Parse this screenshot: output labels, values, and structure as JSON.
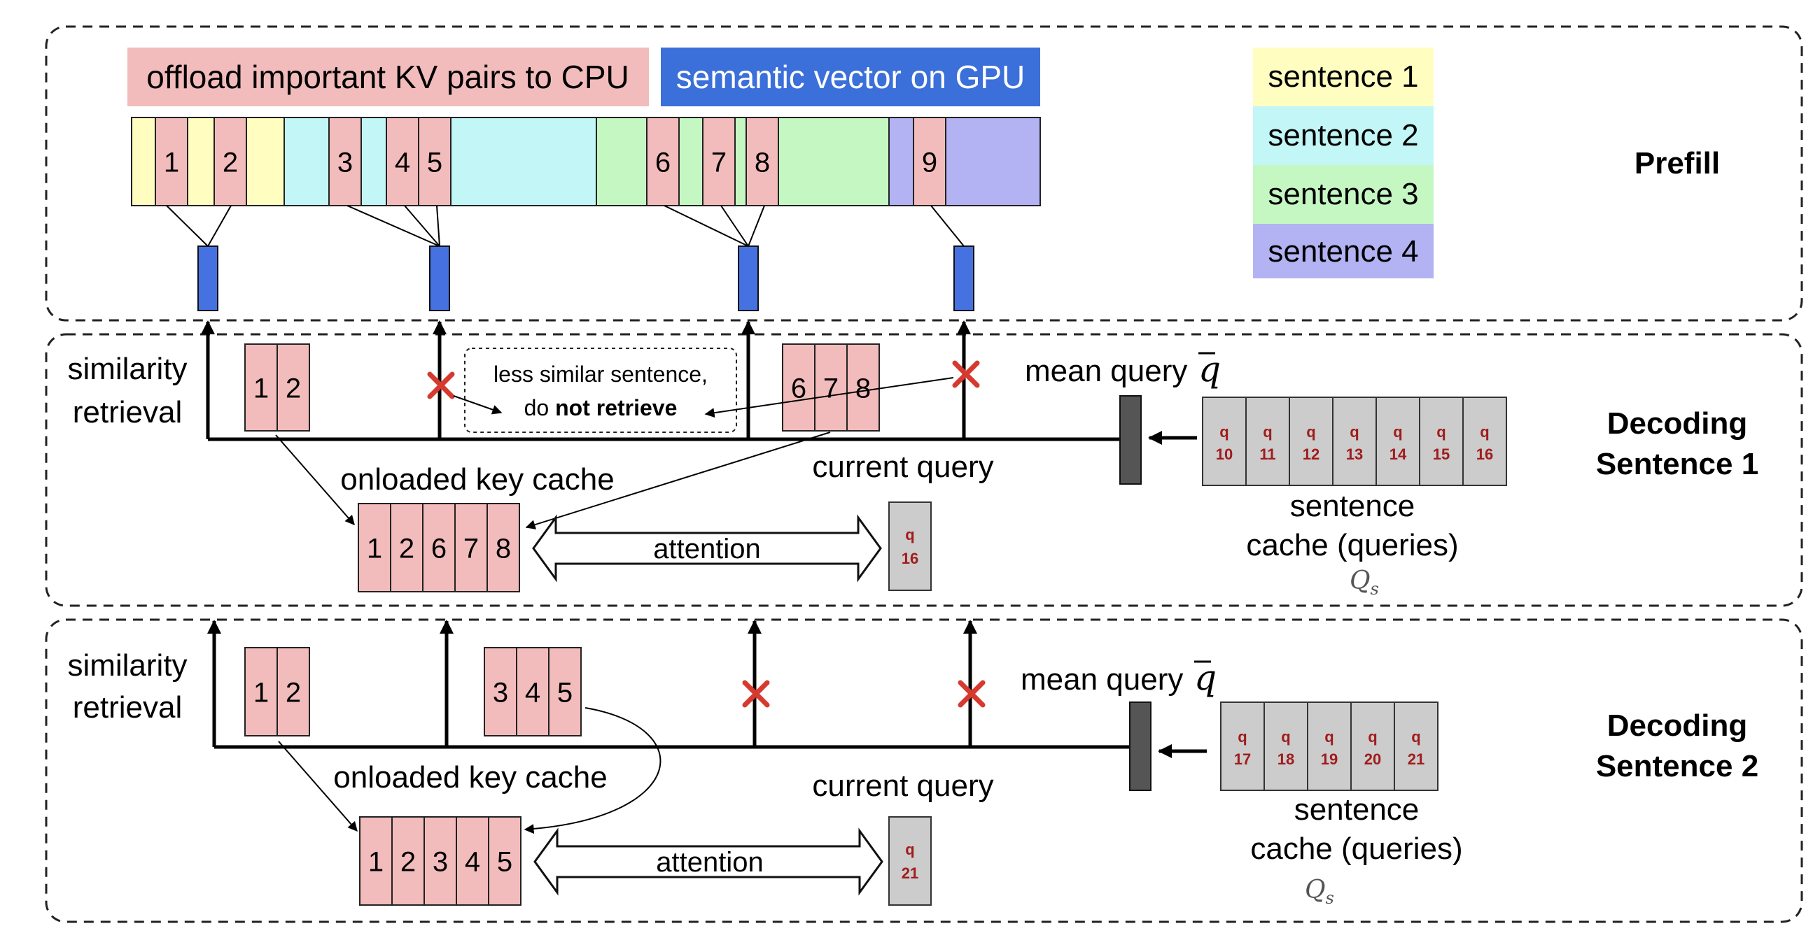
{
  "colors": {
    "key_red": "#f3bcbc",
    "gpu_blue": "#3b6fd9",
    "vector_blue": "#4572e0",
    "sentence1": "#fffec0",
    "sentence2": "#c2f6f7",
    "sentence3": "#c5f7c3",
    "sentence4": "#b3b2f3",
    "query_grey": "#cccccc",
    "query_text": "#a01c1c",
    "cross": "#d63a2f",
    "bar_grey": "#555555"
  },
  "prefill": {
    "cpu_label": "offload important KV pairs to CPU",
    "gpu_label": "semantic vector on GPU",
    "section_label": "Prefill",
    "kv_numbers": [
      "1",
      "2",
      "3",
      "4",
      "5",
      "6",
      "7",
      "8",
      "9"
    ],
    "legend": [
      "sentence 1",
      "sentence 2",
      "sentence 3",
      "sentence 4"
    ]
  },
  "decode1": {
    "section_label_line1": "Decoding",
    "section_label_line2": "Sentence 1",
    "similarity_line1": "similarity",
    "similarity_line2": "retrieval",
    "retrieved_a": [
      "1",
      "2"
    ],
    "retrieved_b": [
      "6",
      "7",
      "8"
    ],
    "note_line1": "less similar sentence,",
    "note_line2_plain": "do ",
    "note_line2_bold": "not retrieve",
    "mean_query": "mean query",
    "query_q": "q",
    "queries": [
      "10",
      "11",
      "12",
      "13",
      "14",
      "15",
      "16"
    ],
    "onloaded_label": "onloaded key cache",
    "onloaded": [
      "1",
      "2",
      "6",
      "7",
      "8"
    ],
    "attention": "attention",
    "current_query_label": "current query",
    "current_query_num": "16",
    "sentence_cache_line1": "sentence",
    "sentence_cache_line2": "cache (queries)",
    "qs_main": "Q",
    "qs_sub": "s"
  },
  "decode2": {
    "section_label_line1": "Decoding",
    "section_label_line2": "Sentence 2",
    "similarity_line1": "similarity",
    "similarity_line2": "retrieval",
    "retrieved_a": [
      "1",
      "2"
    ],
    "retrieved_b": [
      "3",
      "4",
      "5"
    ],
    "mean_query": "mean query",
    "query_q": "q",
    "queries": [
      "17",
      "18",
      "19",
      "20",
      "21"
    ],
    "onloaded_label": "onloaded key cache",
    "onloaded": [
      "1",
      "2",
      "3",
      "4",
      "5"
    ],
    "attention": "attention",
    "current_query_label": "current query",
    "current_query_num": "21",
    "sentence_cache_line1": "sentence",
    "sentence_cache_line2": "cache (queries)",
    "qs_main": "Q",
    "qs_sub": "s"
  }
}
